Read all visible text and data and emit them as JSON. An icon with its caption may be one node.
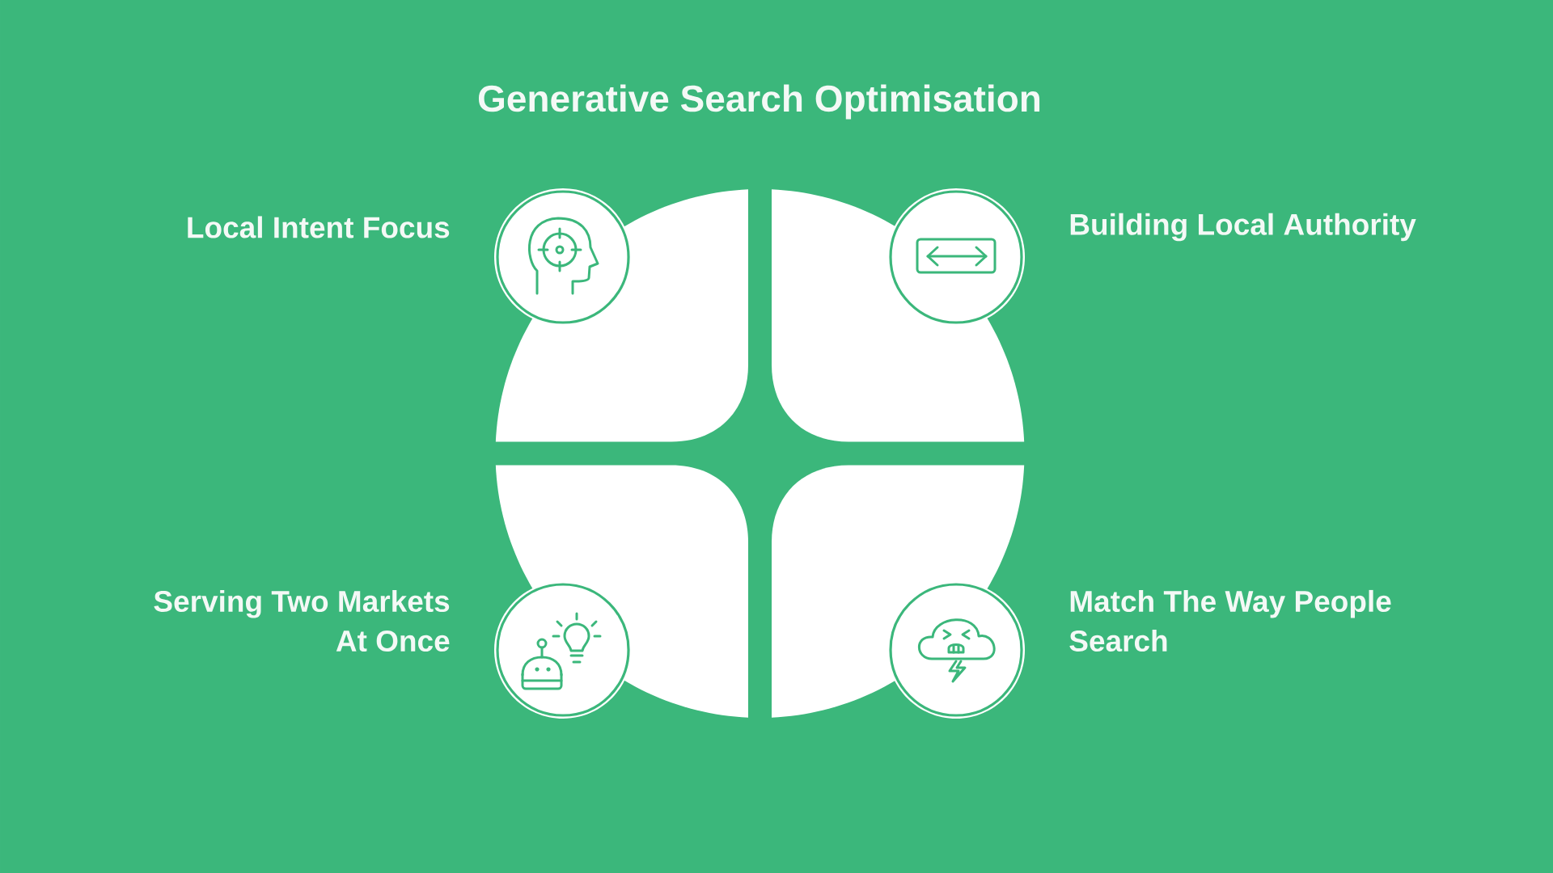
{
  "diagram": {
    "title": "Generative Search Optimisation",
    "labels": [
      "Local Intent Focus",
      "Building Local Authority",
      "Serving Two Markets At Once",
      "Match The Way People Search"
    ]
  }
}
